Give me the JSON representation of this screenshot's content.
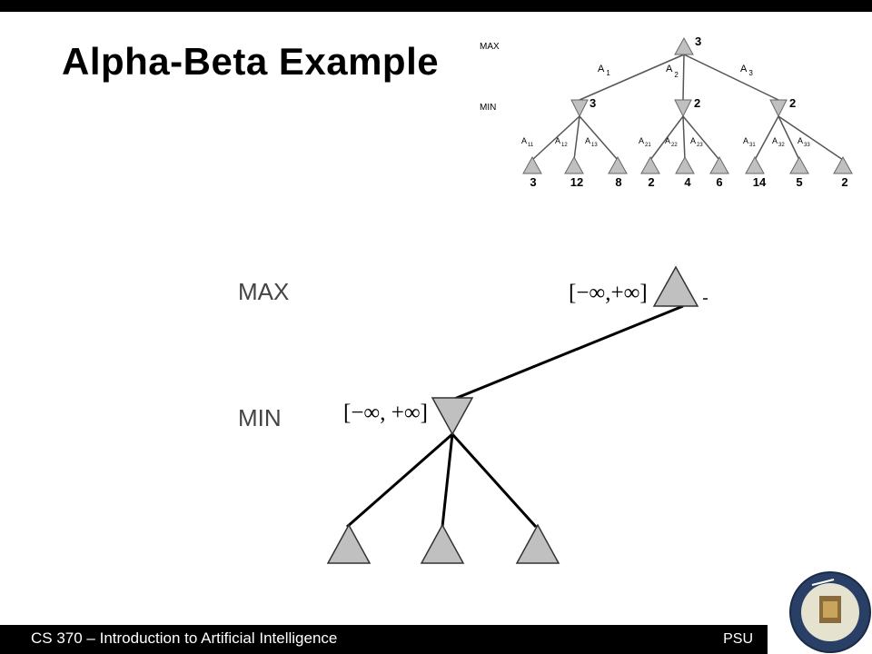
{
  "slide": {
    "title": "Alpha-Beta Example"
  },
  "mini_tree": {
    "max_label": "MAX",
    "min_label": "MIN",
    "root_value": "3",
    "branch_labels": [
      {
        "base": "A",
        "sub": "1"
      },
      {
        "base": "A",
        "sub": "2"
      },
      {
        "base": "A",
        "sub": "3"
      }
    ],
    "min_values": [
      "3",
      "2",
      "2"
    ],
    "leaf_labels": [
      {
        "base": "A",
        "sub": "11"
      },
      {
        "base": "A",
        "sub": "12"
      },
      {
        "base": "A",
        "sub": "13"
      },
      {
        "base": "A",
        "sub": "21"
      },
      {
        "base": "A",
        "sub": "22"
      },
      {
        "base": "A",
        "sub": "23"
      },
      {
        "base": "A",
        "sub": "31"
      },
      {
        "base": "A",
        "sub": "32"
      },
      {
        "base": "A",
        "sub": "33"
      }
    ],
    "leaf_values": [
      "3",
      "12",
      "8",
      "2",
      "4",
      "6",
      "14",
      "5",
      "2"
    ]
  },
  "main_tree": {
    "max_label": "MAX",
    "min_label": "MIN",
    "root_interval": "[−∞,+∞]",
    "min_interval": "[−∞, +∞]"
  },
  "footer": {
    "course": "CS 370 – Introduction to Artificial Intelligence",
    "org": "PSU"
  },
  "colors": {
    "node_fill": "#c0c0c0",
    "edge": "#000000",
    "bar": "#000000"
  }
}
